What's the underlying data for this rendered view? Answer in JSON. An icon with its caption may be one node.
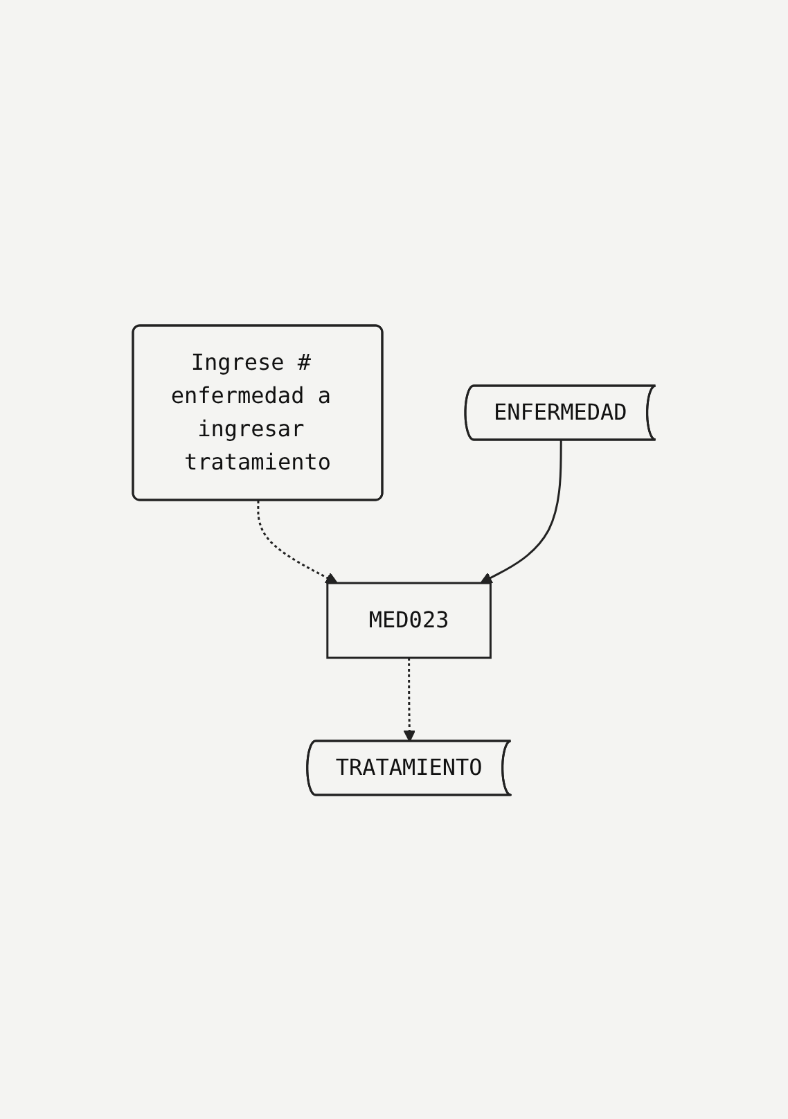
{
  "diagram": {
    "nodes": [
      {
        "text": [
          "Ingrese # enfermedad a ingresar tratamiento"
        ]
      },
      {
        "text": [
          "MED023"
        ]
      },
      {
        "text": [
          "ENFERMEDAD"
        ]
      },
      {
        "text": [
          "TRATAMIENTO"
        ]
      }
    ],
    "edges": [
      {
        "from": 0,
        "to": 1,
        "arrow": "to",
        "style": "dashed"
      },
      {
        "from": 2,
        "to": 1,
        "arrow": "to"
      },
      {
        "from": 1,
        "to": 3,
        "arrow": "to",
        "style": "dashed"
      }
    ]
  }
}
